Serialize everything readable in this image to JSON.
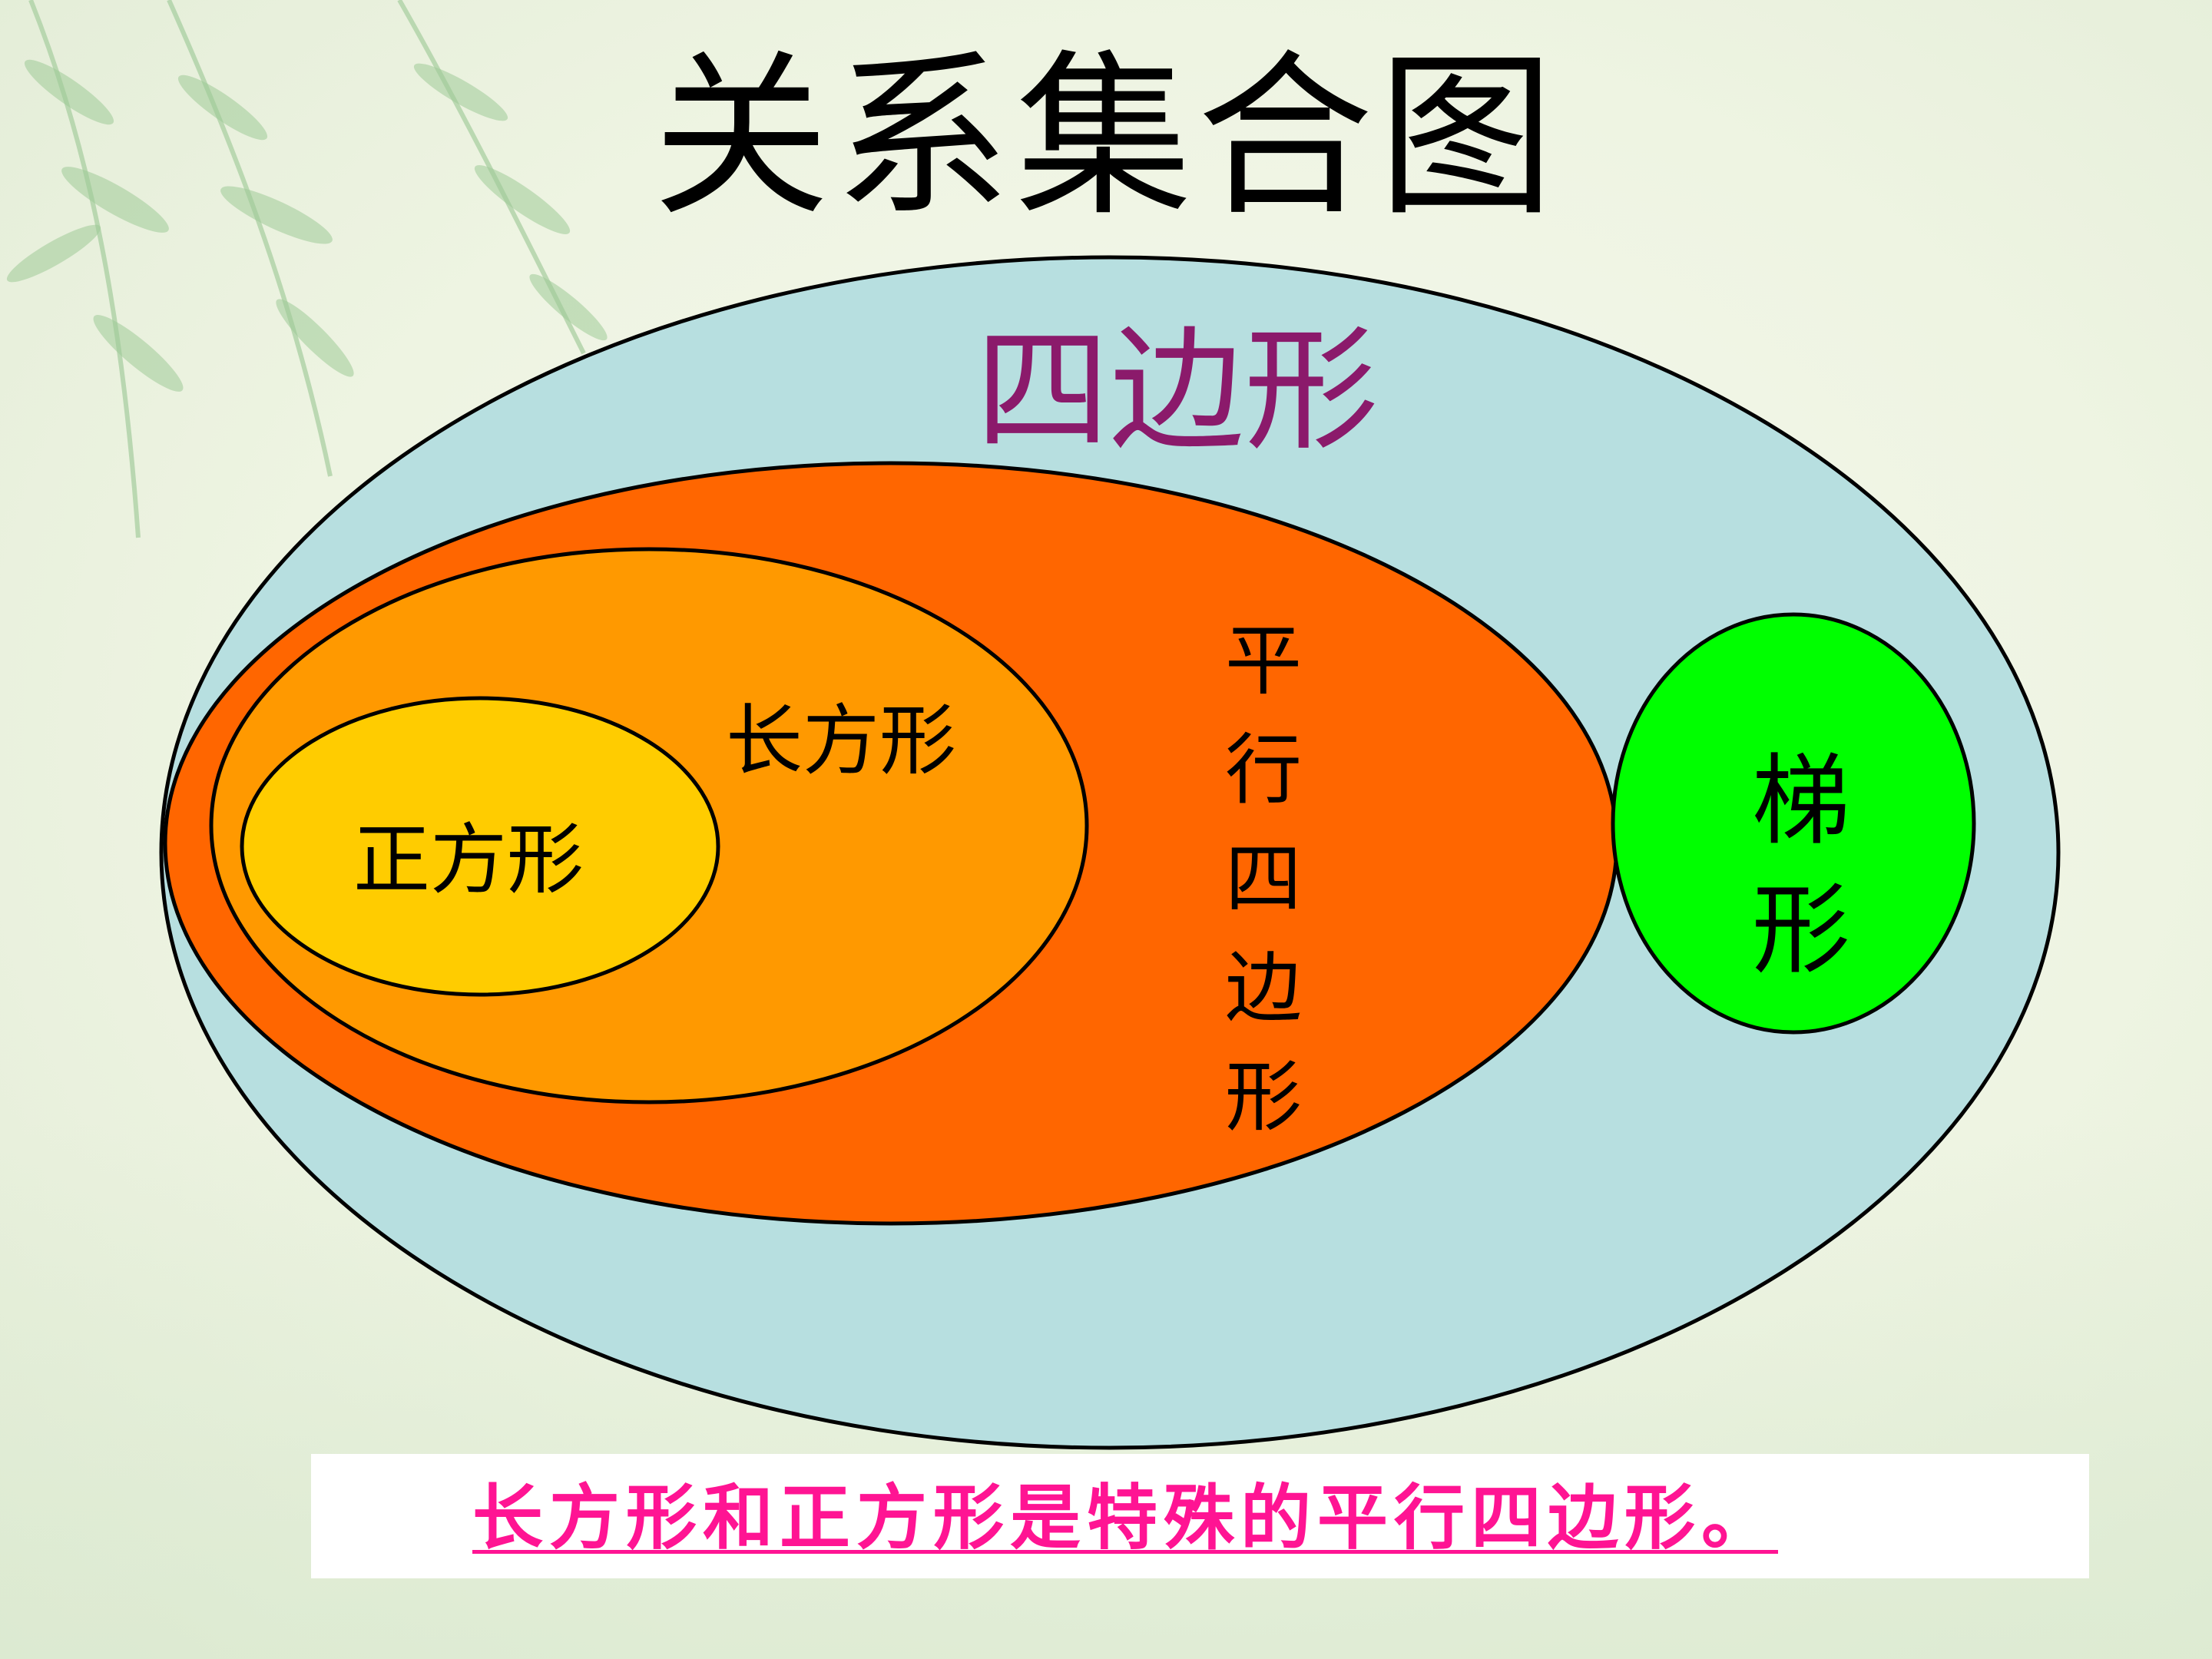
{
  "title": "关系集合图",
  "sets": {
    "quadrilateral": "四边形",
    "parallelogram": "平行四边形",
    "rectangle": "长方形",
    "square": "正方形",
    "trapezoid": "梯形"
  },
  "conclusion": "长方形和正方形是特殊的平行四边形。",
  "colors": {
    "quadrilateral_fill": "#b7dfe0",
    "parallelogram_fill": "#ff6600",
    "rectangle_fill": "#ff9900",
    "square_fill": "#ffcc00",
    "trapezoid_fill": "#00ff00",
    "quadrilateral_label": "#8b1a6b",
    "conclusion_text": "#ff1493"
  }
}
